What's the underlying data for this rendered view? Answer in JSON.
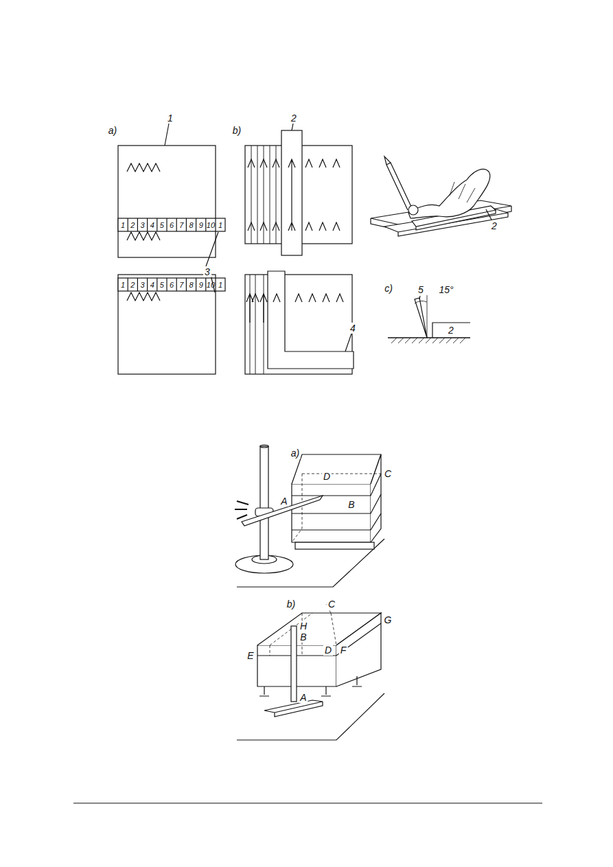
{
  "diagram": {
    "labels": [
      "a)",
      "1",
      "1",
      "2",
      "3",
      "4",
      "5",
      "6",
      "7",
      "8",
      "9",
      "10",
      "1",
      "1",
      "2",
      "3",
      "4",
      "5",
      "6",
      "7",
      "8",
      "9",
      "10",
      "1",
      "3",
      "b)",
      "2",
      "4",
      "2",
      "c)",
      "5",
      "15°",
      "2",
      "a)",
      "D",
      "C",
      "A",
      "B",
      "b)",
      "C",
      "G",
      "H",
      "B",
      "E",
      "D",
      "F",
      "A"
    ]
  }
}
